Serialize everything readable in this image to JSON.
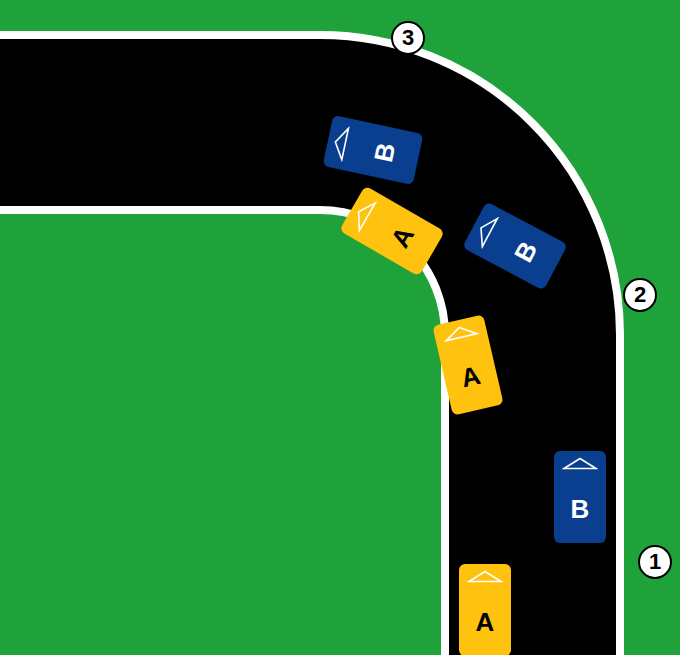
{
  "diagram": {
    "nodes": [
      {
        "text": [
          "3"
        ]
      },
      {
        "text": [
          "B"
        ]
      },
      {
        "text": [
          "A"
        ]
      },
      {
        "text": [
          "B"
        ]
      },
      {
        "text": [
          "2"
        ]
      },
      {
        "text": [
          "A"
        ]
      },
      {
        "text": [
          "B"
        ]
      },
      {
        "text": [
          "1"
        ]
      },
      {
        "text": [
          "A"
        ]
      }
    ]
  }
}
